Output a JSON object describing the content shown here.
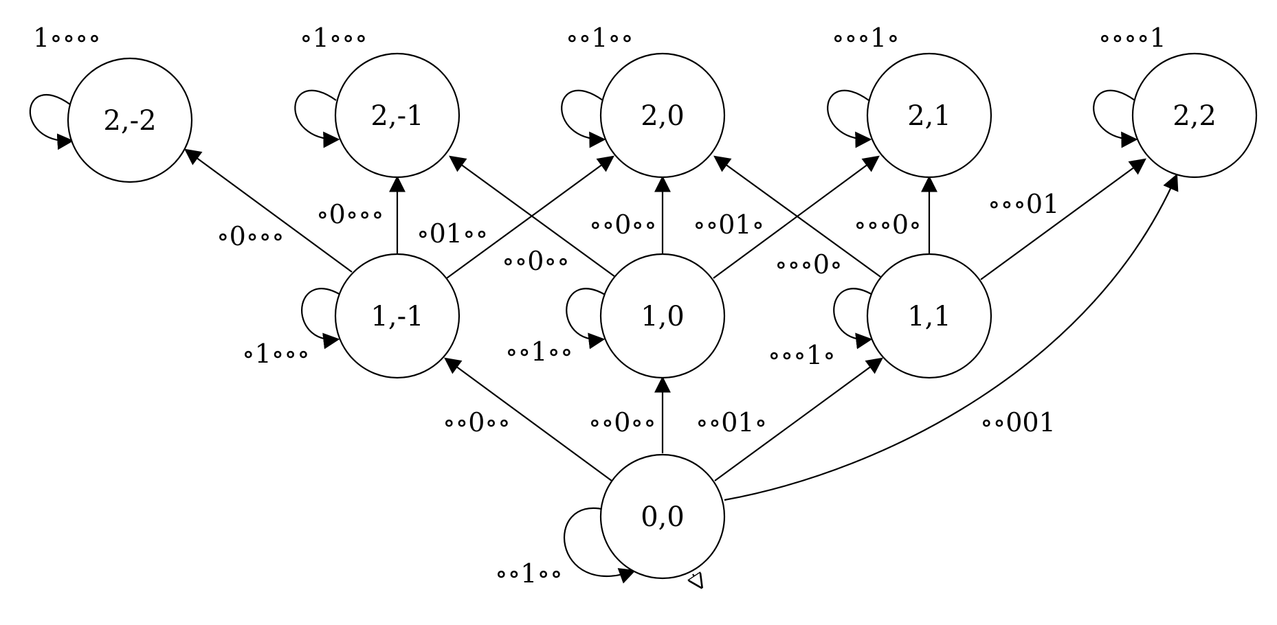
{
  "states": [
    {
      "id": "s-2-2",
      "label": "2,-2"
    },
    {
      "id": "s-2-1",
      "label": "2,-1"
    },
    {
      "id": "s-2-0",
      "label": "2,0"
    },
    {
      "id": "s-2-p1",
      "label": "2,1"
    },
    {
      "id": "s-2-p2",
      "label": "2,2"
    },
    {
      "id": "s-1-m1",
      "label": "1,-1"
    },
    {
      "id": "s-1-0",
      "label": "1,0"
    },
    {
      "id": "s-1-p1",
      "label": "1,1"
    },
    {
      "id": "s-0-0",
      "label": "0,0"
    }
  ],
  "edge_labels": {
    "loop_2m2": "1∘∘∘∘",
    "loop_2m1": "∘1∘∘∘",
    "loop_20": "∘∘1∘∘",
    "loop_21": "∘∘∘1∘",
    "loop_22": "∘∘∘∘1",
    "e_1m1_2m2": "∘0∘∘∘",
    "e_1m1_2m1": "∘0∘∘∘",
    "e_1m1_20": "∘01∘∘",
    "loop_1m1": "∘1∘∘∘",
    "e_10_2m1": "∘∘0∘∘",
    "e_10_20": "∘∘0∘∘",
    "e_10_21": "∘∘01∘",
    "loop_10": "∘∘1∘∘",
    "e_11_20": "∘∘∘0∘",
    "e_11_21": "∘∘∘0∘",
    "e_11_22": "∘∘∘01",
    "loop_11": "∘∘∘1∘",
    "e_00_1m1": "∘∘0∘∘",
    "e_00_10": "∘∘0∘∘",
    "e_00_11": "∘∘01∘",
    "e_00_22": "∘∘001",
    "loop_00": "∘∘1∘∘"
  },
  "colors": {
    "stroke": "#000000",
    "fill": "#ffffff"
  }
}
